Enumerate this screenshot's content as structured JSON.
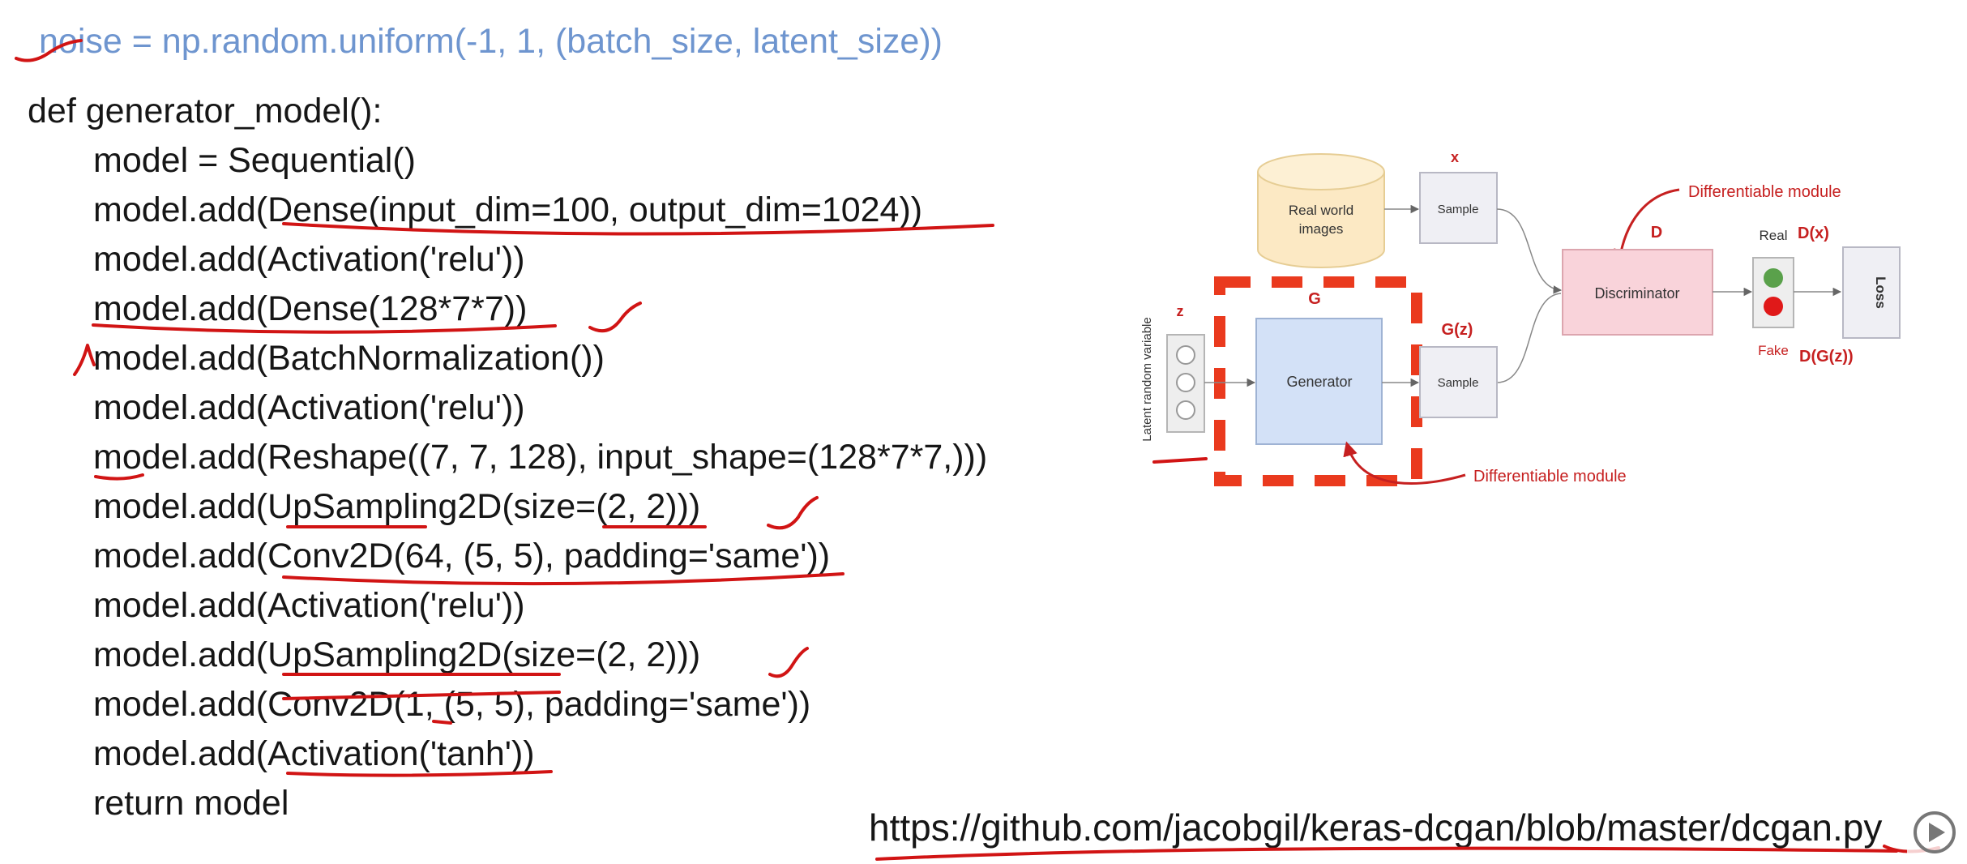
{
  "code": {
    "noise_line": "noise = np.random.uniform(-1, 1, (batch_size, latent_size))",
    "def_line": "def generator_model():",
    "body_lines": [
      "model = Sequential()",
      "model.add(Dense(input_dim=100, output_dim=1024))",
      "model.add(Activation('relu'))",
      "model.add(Dense(128*7*7))",
      "model.add(BatchNormalization())",
      "model.add(Activation('relu'))",
      "model.add(Reshape((7, 7, 128), input_shape=(128*7*7,)))",
      "model.add(UpSampling2D(size=(2, 2)))",
      "model.add(Conv2D(64, (5, 5), padding='same'))",
      "model.add(Activation('relu'))",
      "model.add(UpSampling2D(size=(2, 2)))",
      "model.add(Conv2D(1, (5, 5), padding='same'))",
      "model.add(Activation('tanh'))",
      "return model"
    ]
  },
  "source_url": "https://github.com/jacobgil/keras-dcgan/blob/master/dcgan.py",
  "diagram": {
    "real_images_label_1": "Real world",
    "real_images_label_2": "images",
    "x_label": "x",
    "sample_label": "Sample",
    "differentiable_label": "Differentiable module",
    "d_label": "D",
    "real_label": "Real",
    "dx_label": "D(x)",
    "discriminator_label": "Discriminator",
    "loss_label": "Loss",
    "fake_label": "Fake",
    "dgz_label": "D(G(z))",
    "g_label": "G",
    "z_label": "z",
    "gz_label": "G(z)",
    "generator_label": "Generator",
    "latent_label": "Latent random variable"
  },
  "colors": {
    "noise_text": "#6e95cf",
    "annotation": "#d11414",
    "real_images_fill": "#fce9c4",
    "sample_fill": "#efeff4",
    "discriminator_fill": "#f9d3da",
    "generator_fill": "#d3e1f7",
    "real_light": "#5aa14b",
    "fake_light": "#e01919"
  }
}
